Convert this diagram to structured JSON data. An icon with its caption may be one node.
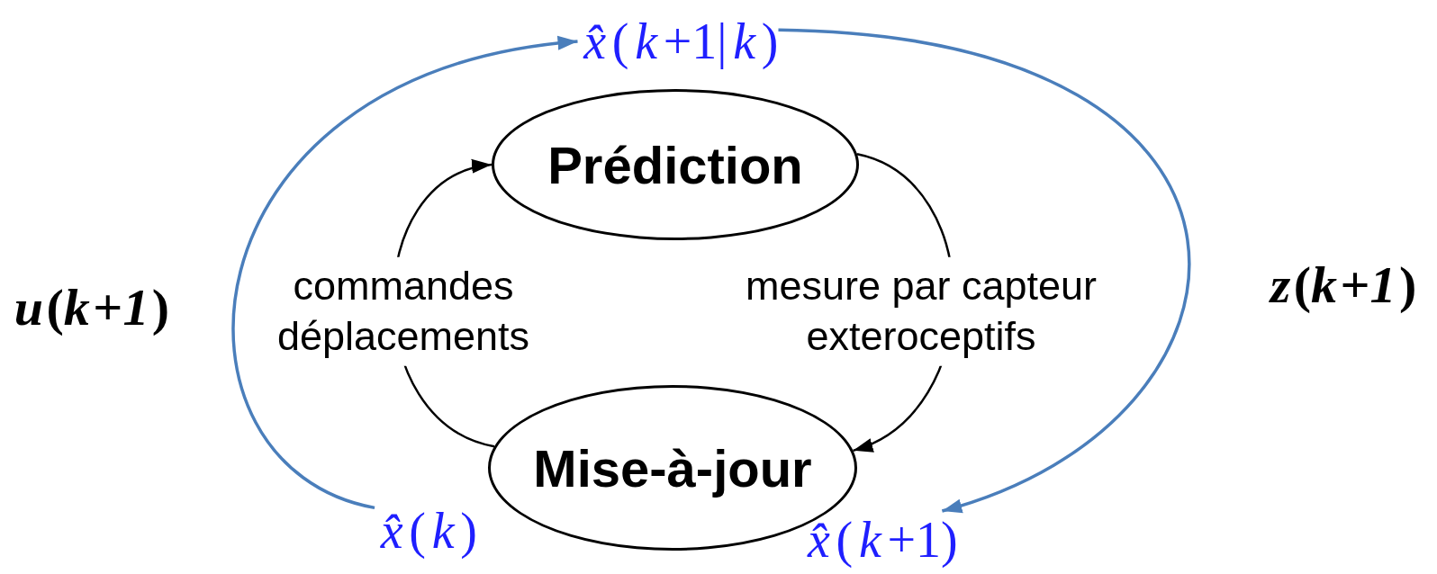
{
  "diagram": {
    "nodes": [
      {
        "text": [
          "*x̂*(*k*+1|*k*)"
        ]
      },
      {
        "text": [
          "Prédiction"
        ]
      },
      {
        "text": [
          "Mise-à-jour"
        ]
      },
      {
        "text": [
          "*x̂*(*k*)"
        ]
      },
      {
        "text": [
          "*x̂*(*k*+1)"
        ]
      }
    ],
    "edges": [
      {
        "from": 2,
        "to": 1,
        "arrow": "to",
        "label": "commandes déplacements"
      },
      {
        "from": 1,
        "to": 2,
        "arrow": "to",
        "label": "mesure par capteur exteroceptifs"
      },
      {
        "from": 3,
        "to": 0,
        "arrow": "to",
        "label": "*u*(*k*+*1*)",
        "color": "#4a7ebb"
      },
      {
        "from": 0,
        "to": 4,
        "arrow": "to",
        "label": "*z*(*k*+*1*)",
        "color": "#4a7ebb"
      }
    ]
  }
}
